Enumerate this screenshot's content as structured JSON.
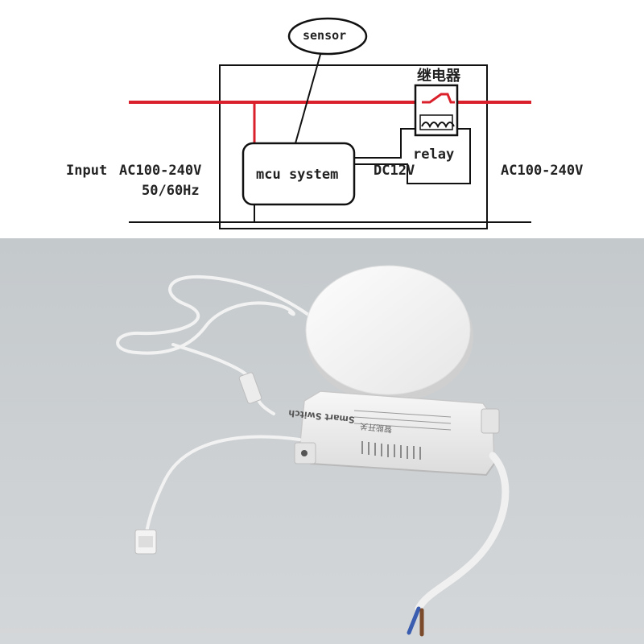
{
  "diagram": {
    "sensor_label": "sensor",
    "relay_title": "继电器",
    "relay_label": "relay",
    "mcu_label": "mcu system",
    "dc_label": "DC12V",
    "input_label": "Input",
    "input_voltage": "AC100-240V",
    "input_freq": "50/60Hz",
    "output_voltage": "AC100-240V",
    "colors": {
      "live_wire": "#d9202b",
      "line": "#111111"
    }
  },
  "photo": {
    "label_line1": "Smart Switch",
    "label_line2": "智能开关",
    "colors": {
      "background": "#ccd0d2",
      "device": "#f4f4f4"
    }
  }
}
